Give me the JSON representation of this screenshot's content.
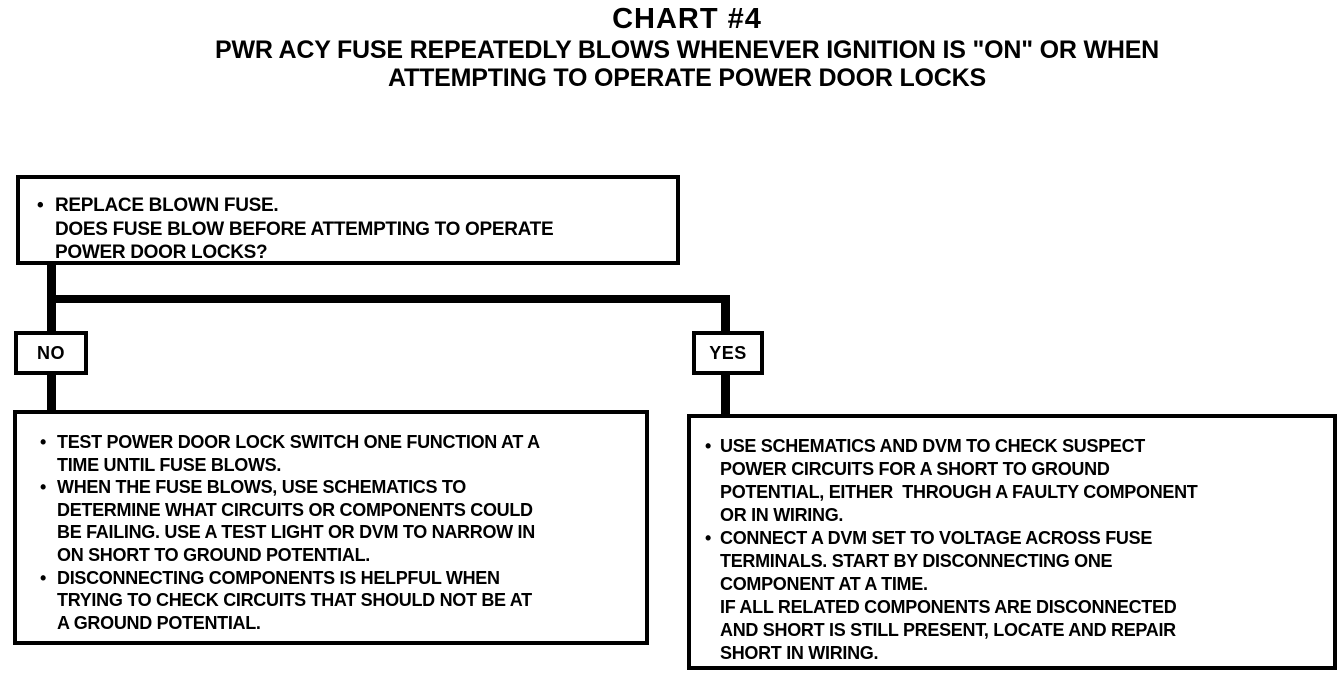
{
  "colors": {
    "ink": "#000000",
    "paper": "#ffffff"
  },
  "header": {
    "title": "CHART #4",
    "subtitle_line1": "PWR ACY FUSE REPEATEDLY BLOWS WHENEVER IGNITION IS \"ON\" OR WHEN",
    "subtitle_line2": "ATTEMPTING TO OPERATE POWER DOOR LOCKS"
  },
  "flowchart": {
    "bullet_char": "•",
    "question_box": {
      "lines": [
        {
          "bullet": true,
          "text": "REPLACE BLOWN FUSE."
        },
        {
          "bullet": false,
          "text": "DOES FUSE BLOW BEFORE ATTEMPTING TO OPERATE"
        },
        {
          "bullet": false,
          "text": "POWER DOOR LOCKS?"
        }
      ]
    },
    "branch_no": {
      "label": "NO"
    },
    "branch_yes": {
      "label": "YES"
    },
    "no_result_box": {
      "lines": [
        {
          "bullet": true,
          "text": "TEST POWER DOOR LOCK SWITCH ONE FUNCTION AT A"
        },
        {
          "bullet": false,
          "text": "TIME UNTIL FUSE BLOWS."
        },
        {
          "bullet": true,
          "text": "WHEN THE FUSE BLOWS, USE SCHEMATICS TO"
        },
        {
          "bullet": false,
          "text": "DETERMINE WHAT CIRCUITS OR COMPONENTS COULD"
        },
        {
          "bullet": false,
          "text": "BE FAILING. USE A TEST LIGHT OR DVM TO NARROW IN"
        },
        {
          "bullet": false,
          "text": "ON SHORT TO GROUND POTENTIAL."
        },
        {
          "bullet": true,
          "text": "DISCONNECTING COMPONENTS IS HELPFUL WHEN"
        },
        {
          "bullet": false,
          "text": "TRYING TO CHECK CIRCUITS THAT SHOULD NOT BE AT"
        },
        {
          "bullet": false,
          "text": "A GROUND POTENTIAL."
        }
      ]
    },
    "yes_result_box": {
      "lines": [
        {
          "bullet": true,
          "text": "USE SCHEMATICS AND DVM TO CHECK SUSPECT"
        },
        {
          "bullet": false,
          "text": "POWER CIRCUITS FOR A SHORT TO GROUND"
        },
        {
          "bullet": false,
          "text": "POTENTIAL, EITHER  THROUGH A FAULTY COMPONENT"
        },
        {
          "bullet": false,
          "text": "OR IN WIRING."
        },
        {
          "bullet": true,
          "text": "CONNECT A DVM SET TO VOLTAGE ACROSS FUSE"
        },
        {
          "bullet": false,
          "text": "TERMINALS. START BY DISCONNECTING ONE"
        },
        {
          "bullet": false,
          "text": "COMPONENT AT A TIME."
        },
        {
          "bullet": false,
          "text": "IF ALL RELATED COMPONENTS ARE DISCONNECTED"
        },
        {
          "bullet": false,
          "text": "AND SHORT IS STILL PRESENT, LOCATE AND REPAIR"
        },
        {
          "bullet": false,
          "text": "SHORT IN WIRING."
        }
      ]
    }
  }
}
